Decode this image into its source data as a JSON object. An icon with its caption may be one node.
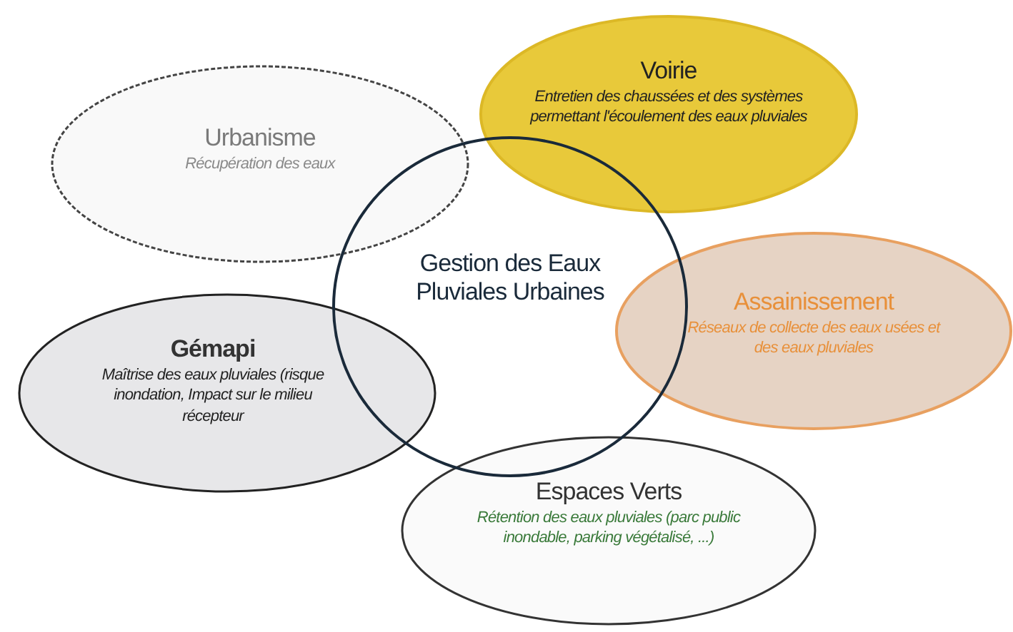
{
  "diagram": {
    "nodes": [
      {
        "text": [
          "Voirie",
          "Entretien des chaussées et des systèmes permettant l'écoulement des eaux pluviales"
        ]
      },
      {
        "text": [
          "Urbanisme",
          "Récupération des eaux"
        ]
      },
      {
        "text": [
          "Gestion des Eaux Pluviales Urbaines"
        ]
      },
      {
        "text": [
          "Assainissement",
          "Réseaux de collecte des eaux usées et des eaux pluviales"
        ]
      },
      {
        "text": [
          "Gémapi",
          "Maîtrise des eaux pluviales (risque inondation, Impact sur le milieu récepteur"
        ]
      },
      {
        "text": [
          "Espaces Verts",
          "Rétention des eaux pluviales (parc public inondable, parking végétalisé, ...)"
        ]
      }
    ]
  }
}
